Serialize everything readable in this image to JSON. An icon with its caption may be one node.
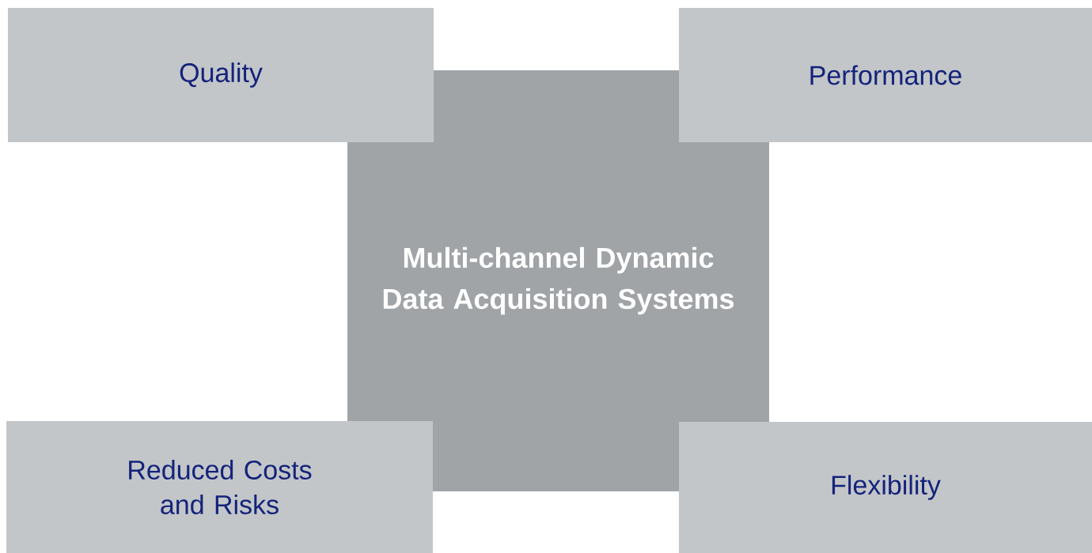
{
  "diagram": {
    "nodes": [
      {
        "text": [
          "Quality"
        ]
      },
      {
        "text": [
          "Performance"
        ]
      },
      {
        "text": [
          "Multi-channel Dynamic Data Acquisition Systems"
        ]
      },
      {
        "text": [
          "Reduced Costs and Risks"
        ]
      },
      {
        "text": [
          "Flexibility"
        ]
      }
    ]
  }
}
